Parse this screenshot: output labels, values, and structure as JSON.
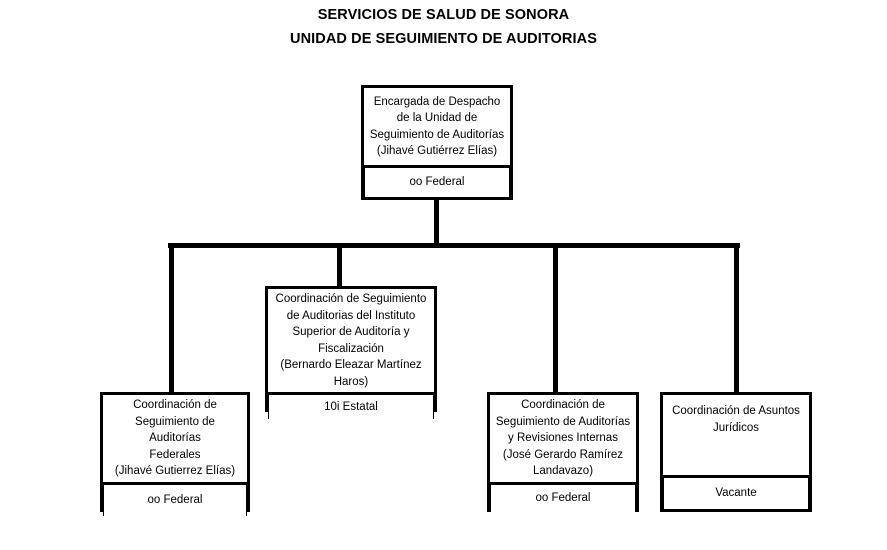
{
  "header": {
    "line1": "SERVICIOS DE SALUD DE SONORA",
    "line2": "UNIDAD DE SEGUIMIENTO DE AUDITORIAS"
  },
  "chart_data": {
    "type": "diagram",
    "diagram_kind": "organizational-chart",
    "title": "SERVICIOS DE SALUD DE SONORA / UNIDAD DE SEGUIMIENTO DE AUDITORIAS",
    "orientation": "top-down",
    "nodes": [
      {
        "id": "root",
        "title": "Encargada de Despacho\nde la Unidad de\nSeguimiento de Auditorías\n(Jihavé Gutiérrez Elías)",
        "footer": "oo Federal",
        "level": 0
      },
      {
        "id": "isaf",
        "title": "Coordinación de Seguimiento\nde Auditorias del Instituto\nSuperior de Auditoría y\nFiscalización\n(Bernardo Eleazar Martínez\nHaros)",
        "footer": "10i Estatal",
        "level": 1
      },
      {
        "id": "federales",
        "title": "Coordinación de\nSeguimiento de Auditorías\nFederales\n(Jihavé Gutierrez Elías)",
        "footer": "oo Federal",
        "level": 1
      },
      {
        "id": "internas",
        "title": "Coordinación de\nSeguimiento de Auditorías\ny Revisiones Internas\n(José Gerardo Ramírez\nLandavazo)",
        "footer": "oo Federal",
        "level": 1
      },
      {
        "id": "juridicos",
        "title": "Coordinación de Asuntos\nJurídicos",
        "footer": "Vacante",
        "level": 1
      }
    ],
    "edges": [
      {
        "from": "root",
        "to": "federales"
      },
      {
        "from": "root",
        "to": "isaf"
      },
      {
        "from": "root",
        "to": "internas"
      },
      {
        "from": "root",
        "to": "juridicos"
      }
    ],
    "colors": {
      "line": "#000000",
      "box_border": "#000000",
      "box_fill": "#ffffff",
      "text": "#000000",
      "background": "#ffffff"
    }
  }
}
